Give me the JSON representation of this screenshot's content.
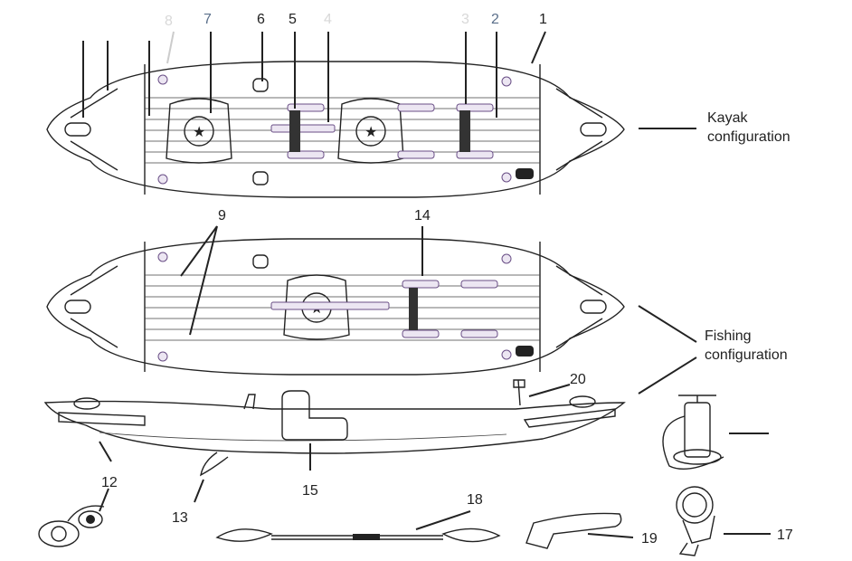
{
  "labels": {
    "n1": "1",
    "n2": "2",
    "n3": "3",
    "n4": "4",
    "n5": "5",
    "n6": "6",
    "n7": "7",
    "n8": "8",
    "n9": "9",
    "n12": "12",
    "n13": "13",
    "n14": "14",
    "n15": "15",
    "n17": "17",
    "n18": "18",
    "n19": "19",
    "n20": "20"
  },
  "captions": {
    "kayak_line1": "Kayak",
    "kayak_line2": "configuration",
    "fishing_line1": "Fishing",
    "fishing_line2": "configuration"
  }
}
